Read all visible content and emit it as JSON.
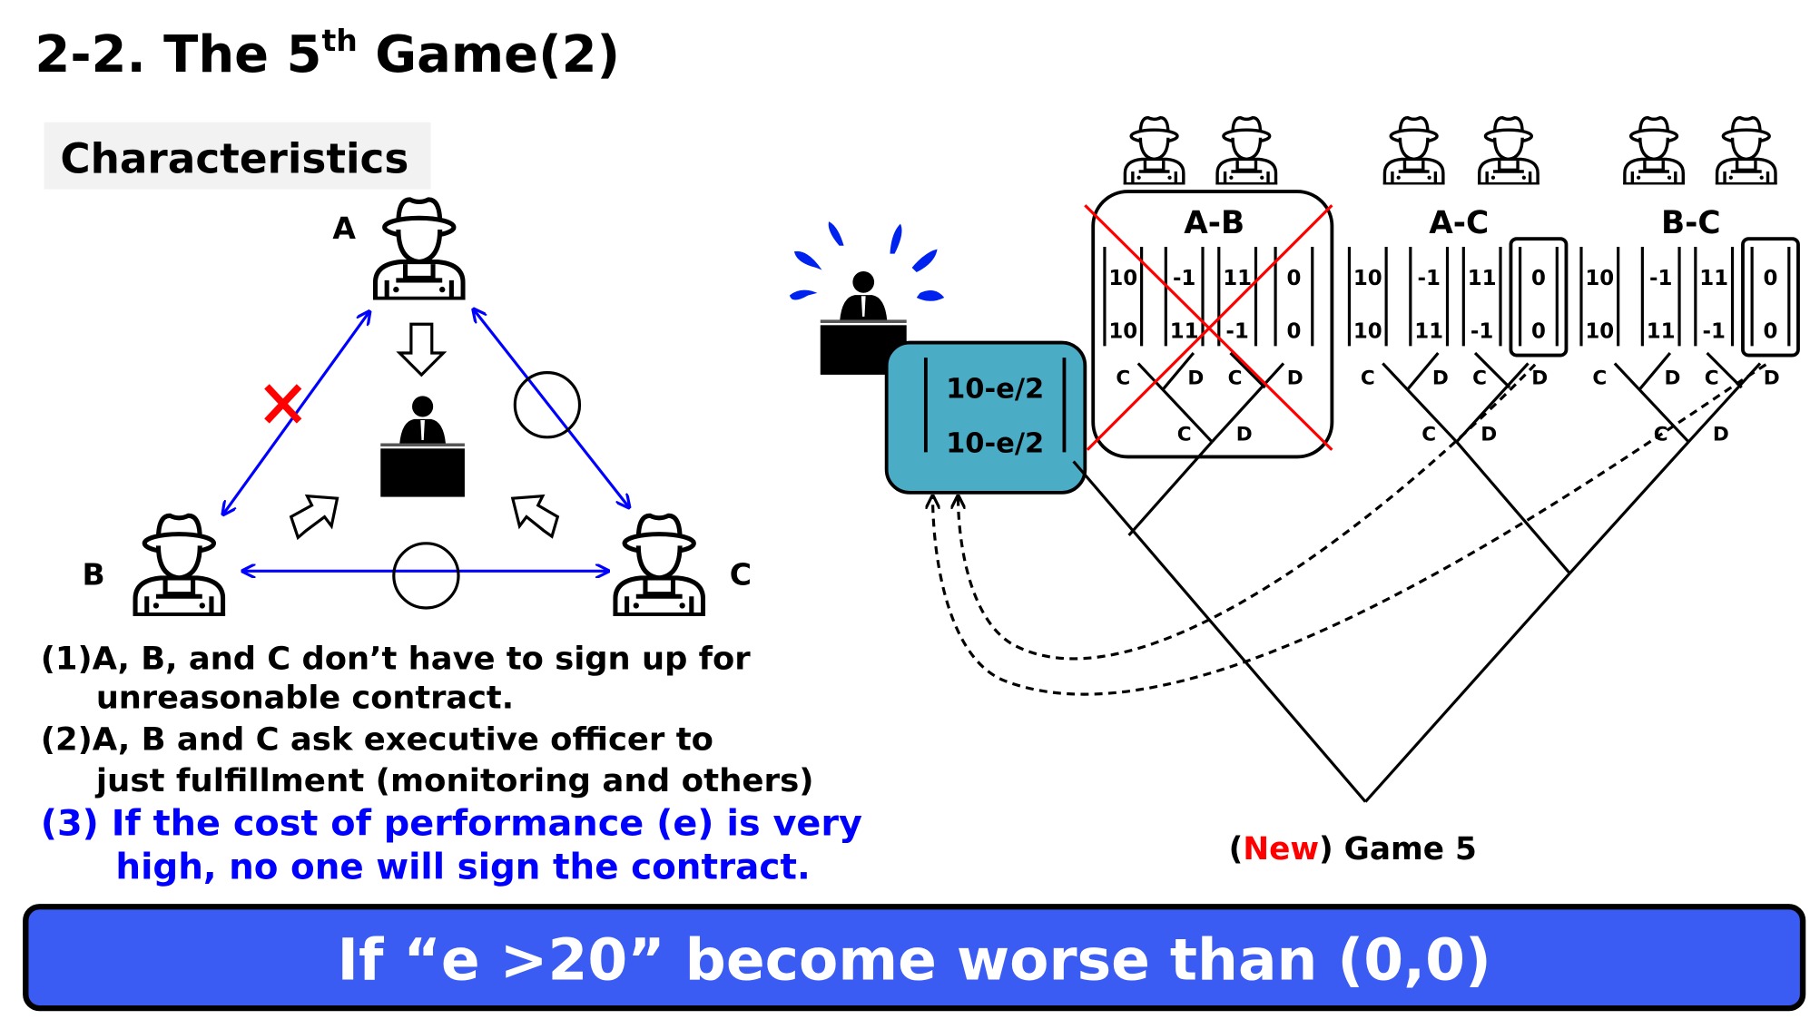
{
  "title": {
    "main": "2-2. The 5",
    "sup": "th",
    "rest": " Game(2)"
  },
  "characteristics_label": "Characteristics",
  "players": {
    "a": "A",
    "b": "B",
    "c": "C"
  },
  "points": [
    {
      "num": "(1)",
      "line1": "A, B, and C don’t have to sign up for",
      "line2": "unreasonable contract."
    },
    {
      "num": "(2)",
      "line1": "A, B and C ask executive officer to",
      "line2": "just fulfillment (monitoring and others)"
    },
    {
      "num": "(3)",
      "line1": " If the cost of performance (e) is very",
      "line2": "high, no one will sign the contract."
    }
  ],
  "banner": "If “e >20” become worse than (0,0)",
  "contract_payoff": [
    "10-e/2",
    "10-e/2"
  ],
  "game_label": {
    "open": "(",
    "new": "New",
    "close": ") Game 5"
  },
  "groups": [
    {
      "label": "A-B",
      "crossed": true,
      "boxed_last": false,
      "payoffs": [
        [
          "10",
          "10"
        ],
        [
          "-1",
          "11"
        ],
        [
          "11",
          "-1"
        ],
        [
          "0",
          "0"
        ]
      ],
      "choices": [
        "C",
        "D",
        "C",
        "D"
      ],
      "sub_choices": [
        "C",
        "D"
      ]
    },
    {
      "label": "A-C",
      "crossed": false,
      "boxed_last": true,
      "payoffs": [
        [
          "10",
          "10"
        ],
        [
          "-1",
          "11"
        ],
        [
          "11",
          "-1"
        ],
        [
          "0",
          "0"
        ]
      ],
      "choices": [
        "C",
        "D",
        "C",
        "D"
      ],
      "sub_choices": [
        "C",
        "D"
      ]
    },
    {
      "label": "B-C",
      "crossed": false,
      "boxed_last": true,
      "payoffs": [
        [
          "10",
          "10"
        ],
        [
          "-1",
          "11"
        ],
        [
          "11",
          "-1"
        ],
        [
          "0",
          "0"
        ]
      ],
      "choices": [
        "C",
        "D",
        "C",
        "D"
      ],
      "sub_choices": [
        "C",
        "D"
      ]
    }
  ],
  "colors": {
    "blue_text": "#0000ff",
    "banner": "#3a5cf2",
    "teal": "#4bacc6",
    "red": "#ff0000"
  }
}
